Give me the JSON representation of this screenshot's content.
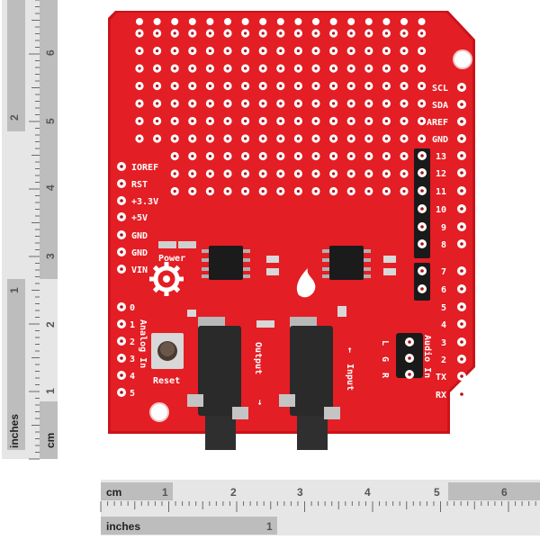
{
  "image": {
    "subject": "red circuit shield board",
    "colors": {
      "board": "#e31e24",
      "board_edge": "#c8141a",
      "silkscreen": "#ffffff",
      "pad": "#ffffff",
      "header": "#1a1a1a",
      "jack": "#2a2a2a",
      "ruler_light": "#e6e6e6",
      "ruler_dark": "#bdbdbd"
    }
  },
  "labels": {
    "left_pins": [
      "IOREF",
      "RST",
      "+3.3V",
      "+5V",
      "GND",
      "GND",
      "VIN"
    ],
    "analog_pins": [
      "0",
      "1",
      "2",
      "3",
      "4",
      "5"
    ],
    "analog_in": "Analog In",
    "power": "Power",
    "reset": "Reset",
    "right_top_pins": [
      "SCL",
      "SDA",
      "AREF",
      "GND",
      "13",
      "12",
      "11",
      "10",
      "9",
      "8"
    ],
    "right_bottom_pins": [
      "7",
      "6",
      "5",
      "4",
      "3",
      "2",
      "TX",
      "RX"
    ],
    "audio_in": "Audio In",
    "lgr": [
      "L",
      "G",
      "R"
    ],
    "output": "Output",
    "input": "Input"
  },
  "ruler_left": {
    "unit_cm": "cm",
    "unit_inches": "inches",
    "cm_marks": [
      "1",
      "2",
      "3",
      "4",
      "5",
      "6"
    ],
    "inch_marks": [
      "1",
      "2"
    ]
  },
  "ruler_bottom": {
    "unit_cm": "cm",
    "unit_inches": "inches",
    "cm_marks": [
      "1",
      "2",
      "3",
      "4",
      "5",
      "6"
    ],
    "inch_marks": [
      "1"
    ]
  }
}
